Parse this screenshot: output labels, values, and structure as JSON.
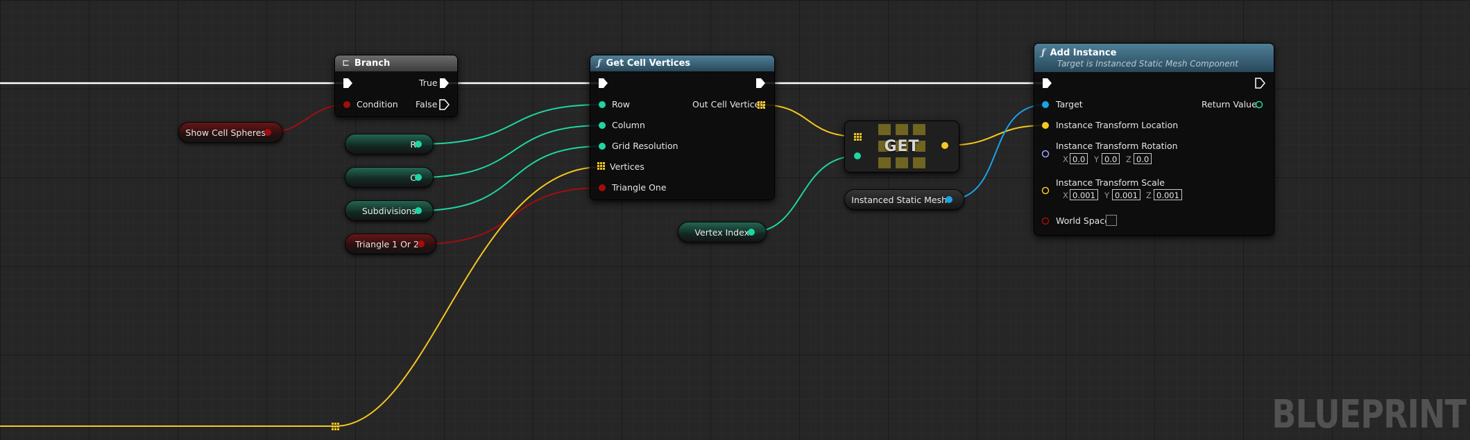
{
  "branch": {
    "title": "Branch",
    "pins": {
      "condition": "Condition",
      "true": "True",
      "false": "False"
    }
  },
  "get_cell_vertices": {
    "title": "Get Cell Vertices",
    "pins": {
      "row": "Row",
      "column": "Column",
      "grid_resolution": "Grid Resolution",
      "vertices": "Vertices",
      "triangle_one": "Triangle One",
      "out_cell_vertices": "Out Cell Vertices"
    }
  },
  "add_instance": {
    "title": "Add Instance",
    "subtitle": "Target is Instanced Static Mesh Component",
    "pins": {
      "target": "Target",
      "location": "Instance Transform Location",
      "rotation": "Instance Transform Rotation",
      "scale": "Instance Transform Scale",
      "world_space": "World Space",
      "return_value": "Return Value"
    },
    "rotation": {
      "x_label": "X",
      "x": "0.0",
      "y_label": "Y",
      "y": "0.0",
      "z_label": "Z",
      "z": "0.0"
    },
    "scale": {
      "x_label": "X",
      "x": "0.001",
      "y_label": "Y",
      "y": "0.001",
      "z_label": "Z",
      "z": "0.001"
    }
  },
  "array_get": {
    "label": "GET"
  },
  "variables": {
    "show_cell_spheres": "Show Cell Spheres",
    "r": "R",
    "c": "C",
    "subdivisions": "Subdivisions",
    "triangle_1_or_2": "Triangle 1 Or 2",
    "vertex_index": "Vertex Index",
    "instanced_static_mesh": "Instanced Static Mesh"
  },
  "colors": {
    "background": "#262626",
    "exec": "#ffffff",
    "integer": "#1ed6a3",
    "boolean": "#a30d0d",
    "vector": "#f6c71f",
    "rotator": "#9aa5ff",
    "object": "#1aa3e9"
  },
  "watermark": "BLUEPRINT"
}
